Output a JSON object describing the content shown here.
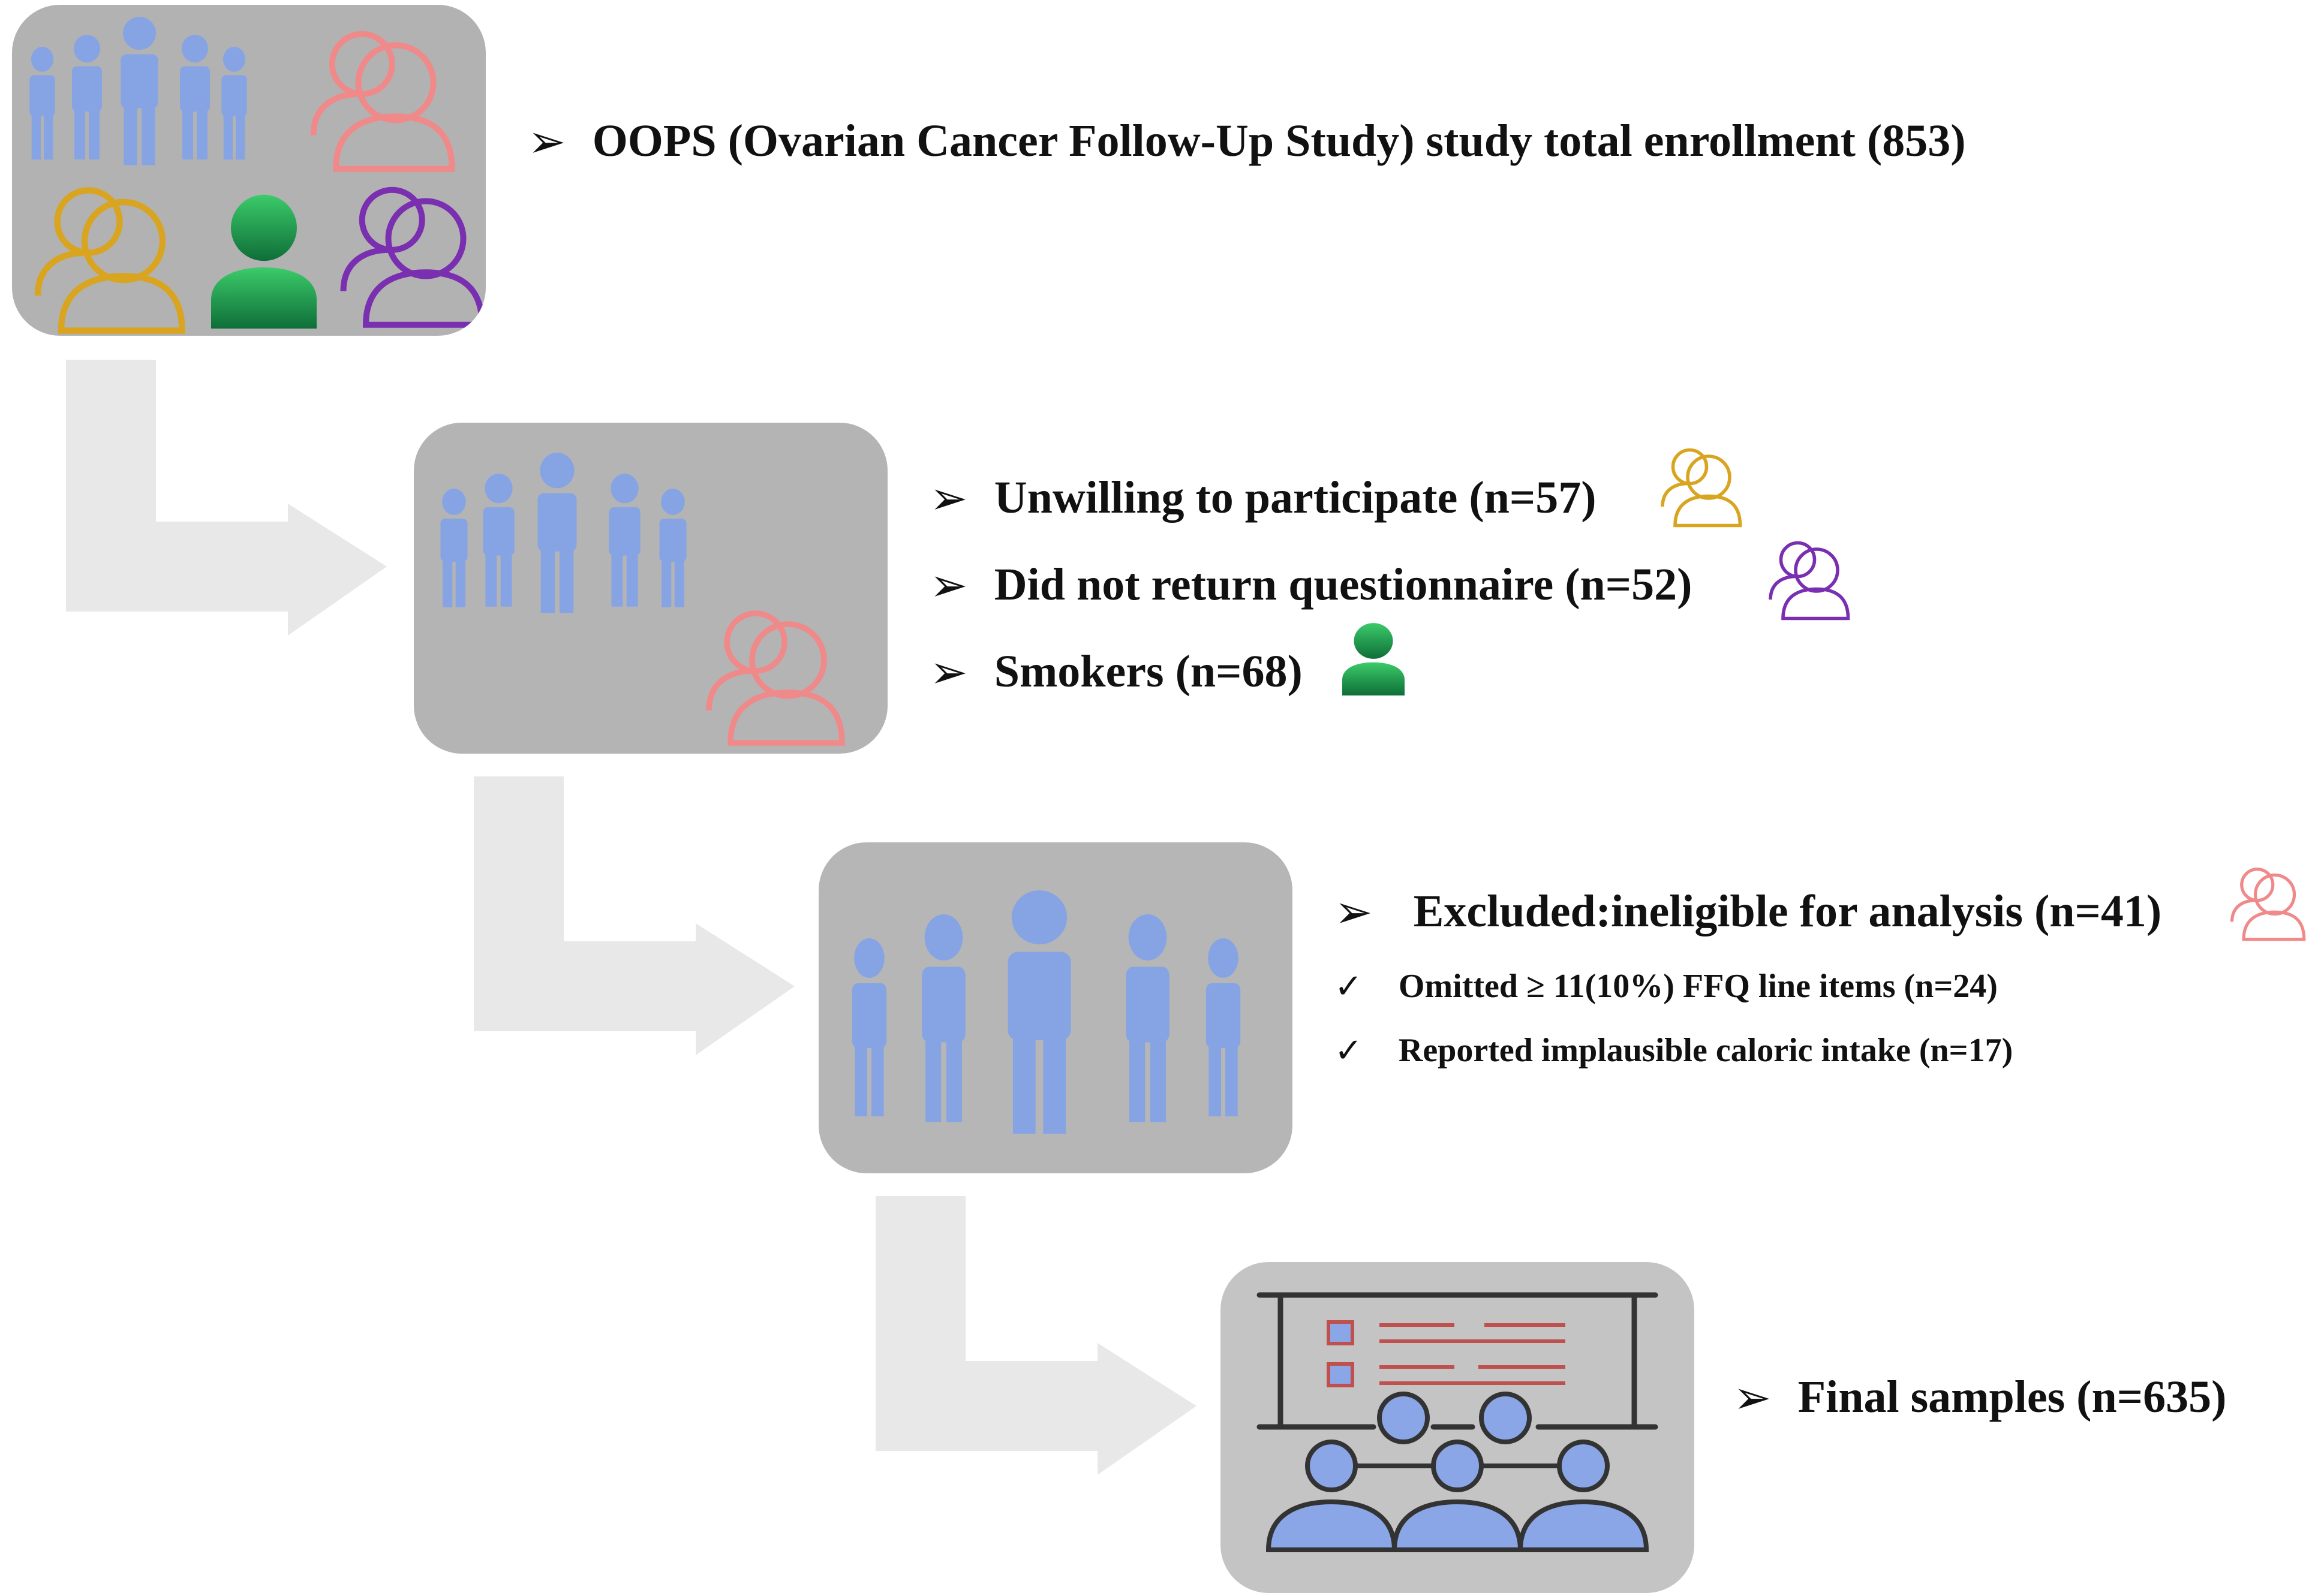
{
  "colors": {
    "box_fill": "#b4b4b4",
    "box_fill_light": "#c2c2c2",
    "arrow": "#e8e8e8",
    "people_blue": "#7f9fe0",
    "red_outline": "#f08080",
    "gold": "#d9a520",
    "purple": "#7a2fb0",
    "green": "#1a8c4a",
    "board_red": "#d06050",
    "board_frame": "#333333"
  },
  "icons": [
    "group-people-icon",
    "user-outline-icon",
    "user-solid-icon",
    "whiteboard-meeting-icon",
    "flow-arrow-icon"
  ],
  "steps": {
    "enrollment": {
      "bullet": "➢",
      "text": "OOPS (Ovarian Cancer Follow-Up Study) study total enrollment (853)"
    },
    "exclusions_1": [
      {
        "bullet": "➢",
        "text": "Unwilling to participate (n=57)",
        "icon": "user-outline-icon",
        "icon_color": "gold"
      },
      {
        "bullet": "➢",
        "text": "Did not return questionnaire (n=52)",
        "icon": "user-outline-icon",
        "icon_color": "purple"
      },
      {
        "bullet": "➢",
        "text": "Smokers (n=68)",
        "icon": "user-solid-icon",
        "icon_color": "green"
      }
    ],
    "exclusions_2": {
      "bullet": "➢",
      "text": "Excluded:ineligible for analysis (n=41)",
      "sub": [
        {
          "bullet": "✓",
          "text": "Omitted ≥ 11(10%) FFQ line items (n=24)"
        },
        {
          "bullet": "✓",
          "text": "Reported implausible caloric intake (n=17)"
        }
      ]
    },
    "final": {
      "bullet": "➢",
      "text": "Final samples (n=635)"
    }
  }
}
